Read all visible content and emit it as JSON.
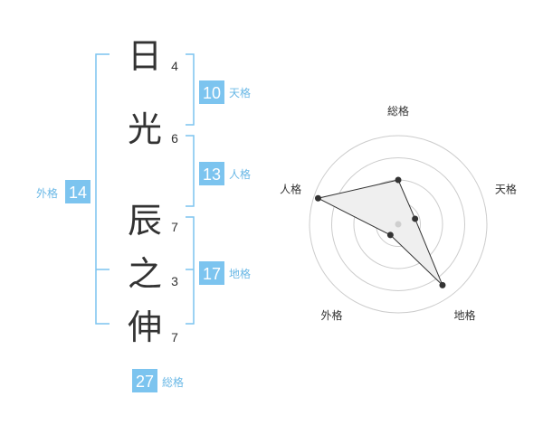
{
  "name": {
    "surname": [
      {
        "char": "日",
        "strokes": "4"
      },
      {
        "char": "光",
        "strokes": "6"
      }
    ],
    "given": [
      {
        "char": "辰",
        "strokes": "7"
      },
      {
        "char": "之",
        "strokes": "3"
      },
      {
        "char": "伸",
        "strokes": "7"
      }
    ]
  },
  "fortunes": {
    "tenkaku": {
      "value": "10",
      "label": "天格"
    },
    "jinkaku": {
      "value": "13",
      "label": "人格"
    },
    "chikaku": {
      "value": "17",
      "label": "地格"
    },
    "gaikaku": {
      "value": "14",
      "label": "外格"
    },
    "soukaku": {
      "value": "27",
      "label": "総格"
    }
  },
  "chart_data": {
    "type": "radar",
    "axes": [
      "総格",
      "天格",
      "地格",
      "外格",
      "人格"
    ],
    "values": [
      0.5,
      0.2,
      0.85,
      0.15,
      0.95
    ],
    "rings": 4,
    "range": [
      0,
      1
    ]
  },
  "colors": {
    "accent": "#7cc4ef",
    "accent_text": "#6ab8e6",
    "text": "#333333",
    "ring": "#cccccc",
    "fill": "#efefef"
  }
}
